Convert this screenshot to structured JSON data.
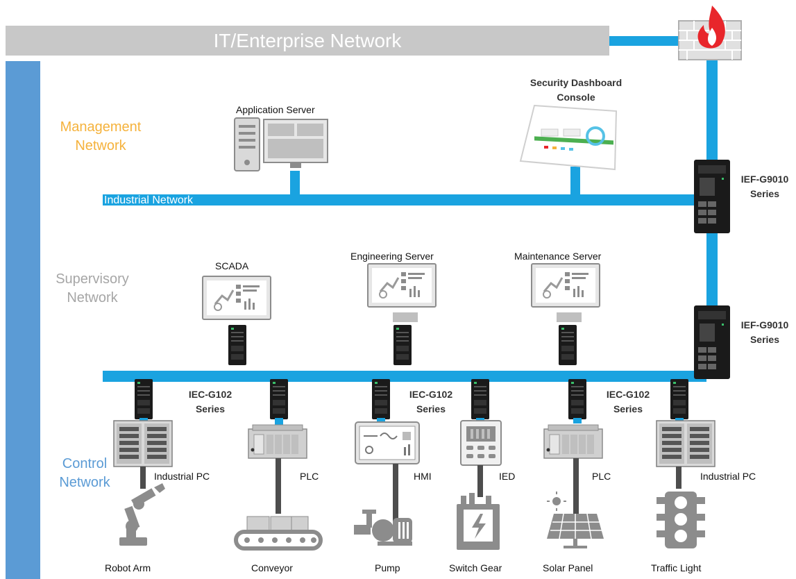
{
  "it_network": {
    "label": "IT/Enterprise Network"
  },
  "zones": {
    "management": "Management\nNetwork",
    "supervisory": "Supervisory\nNetwork",
    "control": "Control\nNetwork"
  },
  "industrial_network_label": "Industrial Network",
  "colors": {
    "bus": "#1aa3e0",
    "side_bar": "#5b9bd5",
    "it_bar": "#c8c8c8",
    "management": "#f5b23c",
    "supervisory": "#a6a6a6",
    "control": "#5b9bd5",
    "firewall_flame": "#e8262b"
  },
  "management": {
    "application_server": "Application Server",
    "security_dashboard": "Security Dashboard\nConsole"
  },
  "ief_series": [
    "IEF-G9010\nSeries",
    "IEF-G9010\nSeries"
  ],
  "supervisory": {
    "scada": "SCADA",
    "engineering": "Engineering Server",
    "maintenance": "Maintenance Server"
  },
  "iec_series": [
    "IEC-G102\nSeries",
    "IEC-G102\nSeries",
    "IEC-G102\nSeries"
  ],
  "controllers": [
    "Industrial PC",
    "PLC",
    "HMI",
    "IED",
    "PLC",
    "Industrial PC"
  ],
  "devices": [
    "Robot Arm",
    "Conveyor",
    "Pump",
    "Switch Gear",
    "Solar Panel",
    "Traffic Light"
  ]
}
